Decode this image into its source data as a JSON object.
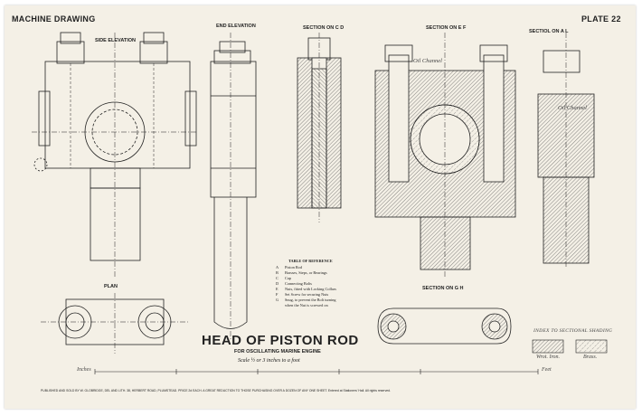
{
  "sheet": {
    "header_left": "MACHINE DRAWING",
    "header_right": "PLATE 22",
    "title": "HEAD OF PISTON ROD",
    "subtitle": "FOR OSCILLATING MARINE ENGINE",
    "scale": "Scale ½ or 3 inches to a foot",
    "footer": "PUBLISHED AND SOLD BY W. GLOBRIDGE, DEL AND LITH. 38, HERBERT ROAD, PLUMSTEAD. PRICE 2d EACH. A GREAT REDUCTION TO THOSE PURCHASING OVER A DOZEN OF ANY ONE SHEET. Entered at Stationers' Hall. All rights reserved.",
    "scale_left": "Inches",
    "scale_right": "Feet"
  },
  "views": {
    "side_elevation": "SIDE ELEVATION",
    "end_elevation": "END ELEVATION",
    "section_cd": "SECTION ON C D",
    "section_ef": "SECTION ON E F",
    "section_al": "SECTIOL ON A L",
    "plan": "PLAN",
    "section_gh": "SECTION ON G H"
  },
  "annotations": {
    "oil_channel_1": "Oil Channel",
    "oil_channel_2": "Oil Channel"
  },
  "reference": {
    "title": "TABLE OF REFERENCE",
    "items": [
      {
        "key": "A",
        "text": "Piston Rod"
      },
      {
        "key": "B",
        "text": "Brasses, Steps, or Bearings"
      },
      {
        "key": "C",
        "text": "Cap"
      },
      {
        "key": "D",
        "text": "Connecting Bolts"
      },
      {
        "key": "E",
        "text": "Nuts, fitted with Locking Collars"
      },
      {
        "key": "F",
        "text": "Set Screw for securing Nuts"
      },
      {
        "key": "G",
        "text": "Snug, to prevent the Bolt turning"
      },
      {
        "key": "",
        "text": "when the Nut is screwed on"
      }
    ]
  },
  "legend": {
    "title": "INDEX TO SECTIONAL SHADING",
    "items": [
      {
        "label": "Wrot. Iron."
      },
      {
        "label": "Brass."
      }
    ]
  },
  "colors": {
    "paper": "#f4f0e6",
    "ink": "#222222",
    "hatch": "#555555"
  }
}
